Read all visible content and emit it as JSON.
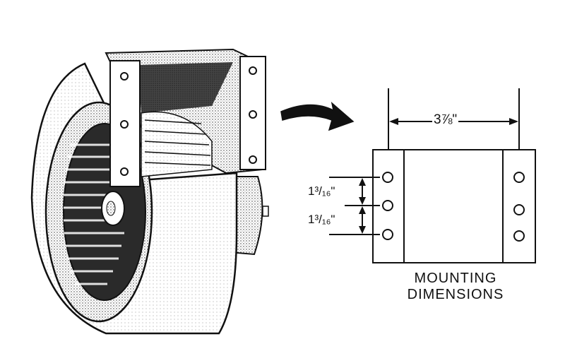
{
  "diagram": {
    "dimensions": {
      "width": "3⅞\"",
      "hole_spacing_upper": "1³/₁₆\"",
      "hole_spacing_lower": "1³/₁₆\""
    },
    "caption": {
      "line1": "MOUNTING",
      "line2": "DIMENSIONS"
    },
    "colors": {
      "ink": "#111111",
      "shade": "#555555",
      "background": "#ffffff"
    }
  }
}
